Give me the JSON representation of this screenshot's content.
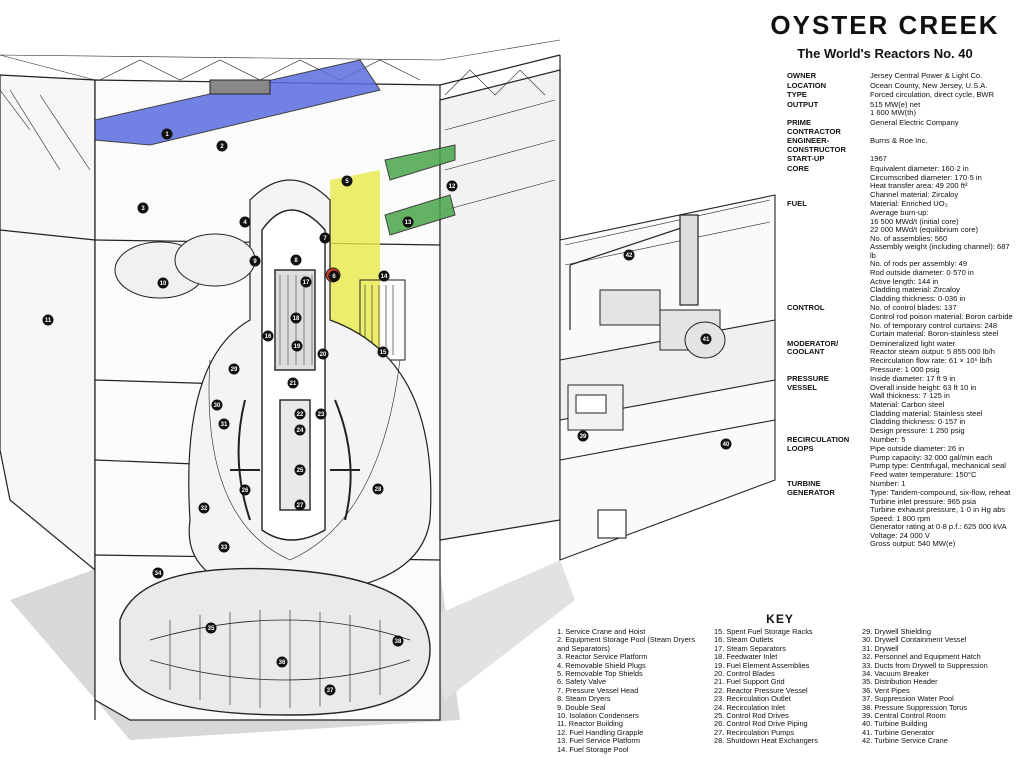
{
  "title": "OYSTER CREEK",
  "subtitle": "The World's Reactors No. 40",
  "specs": [
    {
      "label": "OWNER",
      "values": [
        "Jersey Central Power & Light Co."
      ]
    },
    {
      "label": "LOCATION",
      "values": [
        "Ocean County, New Jersey, U.S.A."
      ]
    },
    {
      "label": "TYPE",
      "values": [
        "Forced circulation, direct cycle, BWR"
      ]
    },
    {
      "label": "OUTPUT",
      "values": [
        "515 MW(e) net",
        "1 600 MW(th)"
      ]
    },
    {
      "label": "PRIME\nCONTRACTOR",
      "values": [
        "General Electric Company"
      ]
    },
    {
      "label": "ENGINEER-\nCONSTRUCTOR",
      "values": [
        "Burns & Roe Inc."
      ]
    },
    {
      "label": "START-UP",
      "values": [
        "1967"
      ]
    },
    {
      "label": "CORE",
      "values": [
        "Equivalent diameter: 160·2 in",
        "Circumscribed diameter: 170·5 in",
        "Heat transfer area: 49 200 ft²",
        "Channel material: Zircaloy"
      ]
    },
    {
      "label": "FUEL",
      "values": [
        "Material: Enriched UO₂",
        "Average burn-up:",
        "  16 500 MWd/t (initial core)",
        "  22 000 MWd/t (equilibrium core)",
        "No. of assemblies: 560",
        "Assembly weight (including channel): 687 lb",
        "No. of rods per assembly: 49",
        "Rod outside diameter: 0·570 in",
        "Active length: 144 in",
        "Cladding material: Zircaloy",
        "Cladding thickness: 0·036 in"
      ]
    },
    {
      "label": "CONTROL",
      "values": [
        "No. of control blades: 137",
        "Control rod poison material: Boron carbide",
        "No. of temporary control curtains: 248",
        "Curtain material: Boron-stainless steel"
      ]
    },
    {
      "label": "MODERATOR/\nCOOLANT",
      "values": [
        "Demineralized light water",
        "Reactor steam output: 5 855 000 lb/h",
        "Recirculation flow rate: 61 × 10⁶ lb/h",
        "Pressure: 1 000 psig"
      ]
    },
    {
      "label": "PRESSURE\nVESSEL",
      "values": [
        "Inside diameter: 17 ft 9 in",
        "Overall inside height: 63 ft 10 in",
        "Wall thickness: 7·125 in",
        "Material: Carbon steel",
        "Cladding material: Stainless steel",
        "Cladding thickness: 0·157 in",
        "Design pressure: 1 250 psig"
      ]
    },
    {
      "label": "RECIRCULATION\nLOOPS",
      "values": [
        "Number: 5",
        "Pipe outside diameter: 26 in",
        "Pump capacity: 32 000 gal/min each",
        "Pump type: Centrifugal, mechanical seal",
        "Feed water temperature: 150°C"
      ]
    },
    {
      "label": "TURBINE\nGENERATOR",
      "values": [
        "Number: 1",
        "Type: Tandem-compound, six-flow, reheat",
        "Turbine inlet pressure: 965 psia",
        "Turbine exhaust pressure, 1·0 in Hg abs",
        "Speed: 1 800 rpm",
        "Generator rating at 0·8 p.f.: 625 000 kVA",
        "Voltage: 24 000 V",
        "Gross output: 540 MW(e)"
      ]
    }
  ],
  "key_heading": "KEY",
  "key_col1": [
    "1. Service Crane and Hoist",
    "2. Equipment Storage Pool (Steam Dryers and Separators)",
    "3. Reactor Service Platform",
    "4. Removable Shield Plugs",
    "5. Removable Top Shields",
    "6. Safety Valve",
    "7. Pressure Vessel Head",
    "8. Steam Dryers",
    "9. Double Seal",
    "10. Isolation Condensers",
    "11. Reactor Building",
    "12. Fuel Handling Grapple",
    "13. Fuel Service Platform",
    "14. Fuel Storage Pool"
  ],
  "key_col2": [
    "15. Spent Fuel Storage Racks",
    "16. Steam Outlets",
    "17. Steam Separators",
    "18. Feedwater Inlet",
    "19. Fuel Element Assemblies",
    "20. Control Blades",
    "21. Fuel Support Grid",
    "22. Reactor Pressure Vessel",
    "23. Recirculation Outlet",
    "24. Recirculation Inlet",
    "25. Control Rod Drives",
    "26. Control Rod Drive Piping",
    "27. Recirculation Pumps",
    "28. Shutdown Heat Exchangers"
  ],
  "key_col3": [
    "29. Drywell Shielding",
    "30. Drywell Containment Vessel",
    "31. Drywell",
    "32. Personnel and Equipment Hatch",
    "33. Ducts from Drywell to Suppression",
    "34. Vacuum Breaker",
    "35. Distribution Header",
    "36. Vent Pipes",
    "37. Suppression Water Pool",
    "38. Pressure Suppression Torus",
    "39. Central Control Room",
    "40. Turbine Building",
    "41. Turbine Generator",
    "42. Turbine Service Crane"
  ],
  "callouts": [
    "1",
    "2",
    "3",
    "4",
    "5",
    "6",
    "7",
    "8",
    "9",
    "10",
    "11",
    "12",
    "13",
    "14",
    "15",
    "16",
    "17",
    "18",
    "19",
    "20",
    "21",
    "22",
    "23",
    "24",
    "25",
    "26",
    "27",
    "28",
    "29",
    "30",
    "31",
    "32",
    "33",
    "34",
    "35",
    "36",
    "37",
    "38",
    "39",
    "40",
    "41",
    "42"
  ],
  "colors": {
    "crane_highlight": "#5a6ee0",
    "pool_highlight": "#e8e84a",
    "platform_highlight": "#4aa64a",
    "valve_highlight": "#d83a2a",
    "line": "#222222"
  }
}
